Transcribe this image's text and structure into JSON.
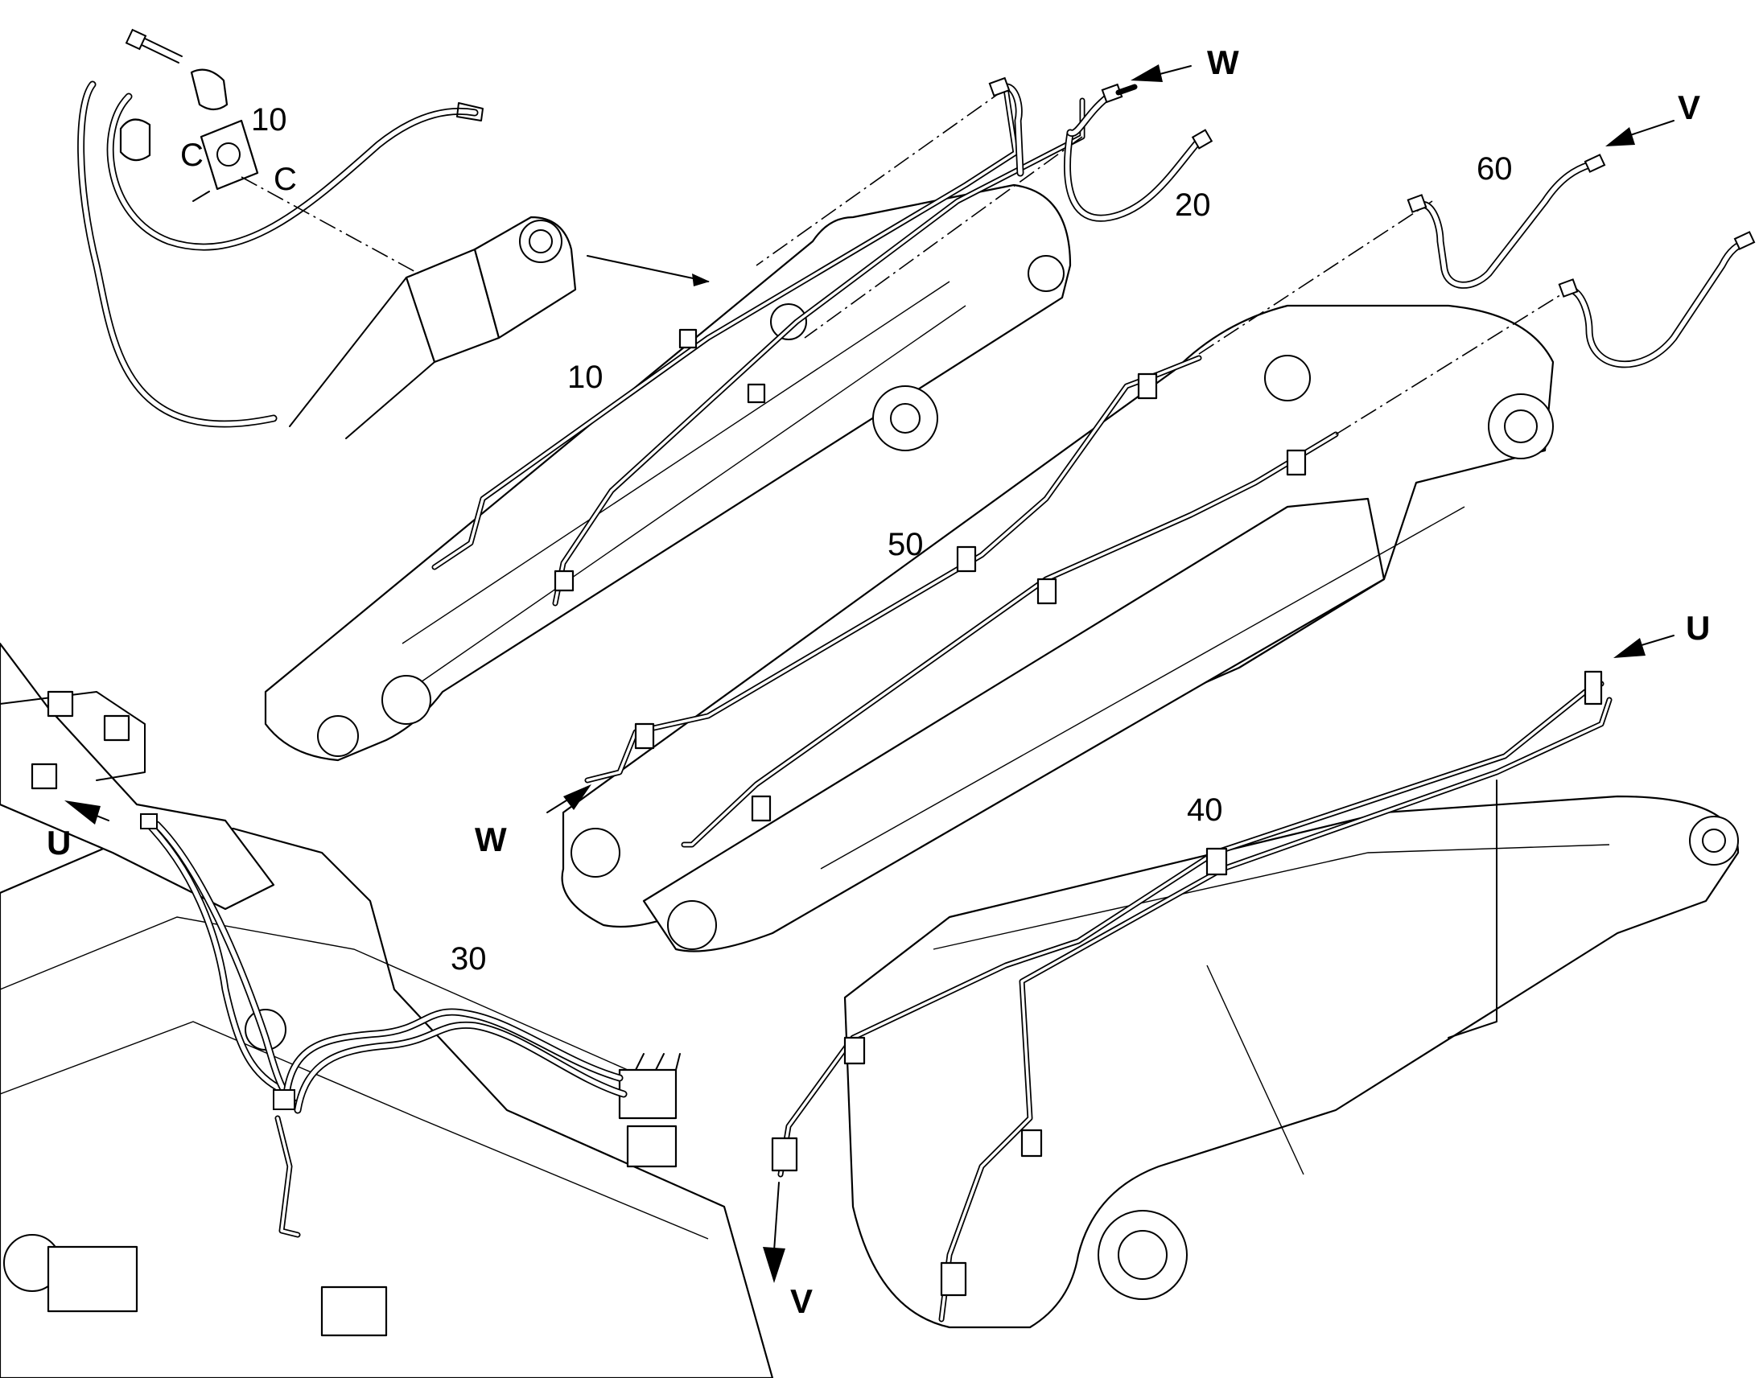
{
  "labels": {
    "item_10_detail": "10",
    "item_10": "10",
    "item_20": "20",
    "item_30": "30",
    "item_40": "40",
    "item_50": "50",
    "item_60": "60"
  },
  "arrows": {
    "w_top": "W",
    "w_bottom": "W",
    "v_top": "V",
    "v_bottom": "V",
    "u_left": "U",
    "u_right": "U"
  },
  "colors": {
    "line": "#000000",
    "background": "#ffffff"
  }
}
